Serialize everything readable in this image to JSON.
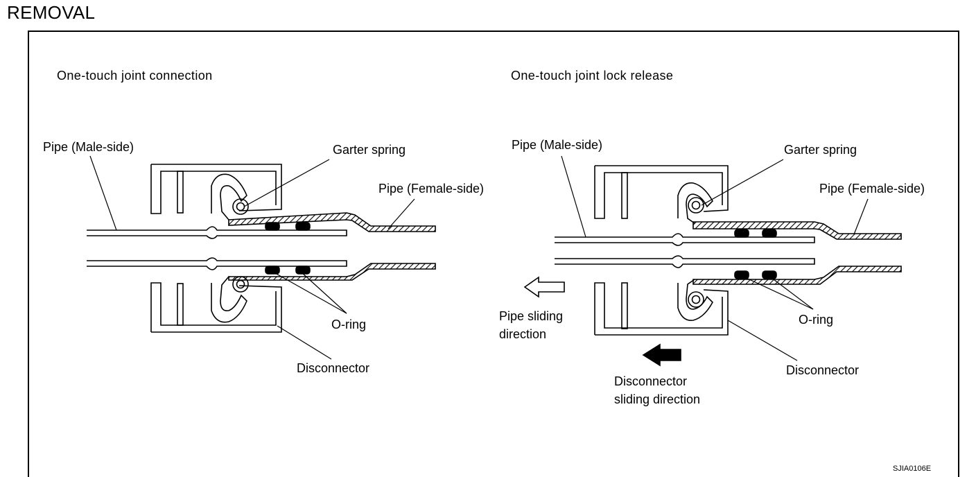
{
  "header": {
    "title": "REMOVAL"
  },
  "left": {
    "title": "One-touch joint connection",
    "labels": {
      "pipe_male": "Pipe (Male-side)",
      "garter_spring": "Garter spring",
      "pipe_female": "Pipe (Female-side)",
      "o_ring": "O-ring",
      "disconnector": "Disconnector"
    }
  },
  "right": {
    "title": "One-touch joint lock release",
    "labels": {
      "pipe_male": "Pipe (Male-side)",
      "garter_spring": "Garter spring",
      "pipe_female": "Pipe (Female-side)",
      "o_ring": "O-ring",
      "disconnector": "Disconnector",
      "pipe_sliding_1": "Pipe sliding",
      "pipe_sliding_2": "direction",
      "disc_sliding_1": "Disconnector",
      "disc_sliding_2": "sliding direction"
    }
  },
  "figure_code": "SJIA0106E",
  "colors": {
    "ink": "#000000",
    "background": "#ffffff"
  },
  "icons": {
    "arrow_outline": "arrow-left-outline-icon",
    "arrow_solid": "arrow-left-solid-icon"
  }
}
